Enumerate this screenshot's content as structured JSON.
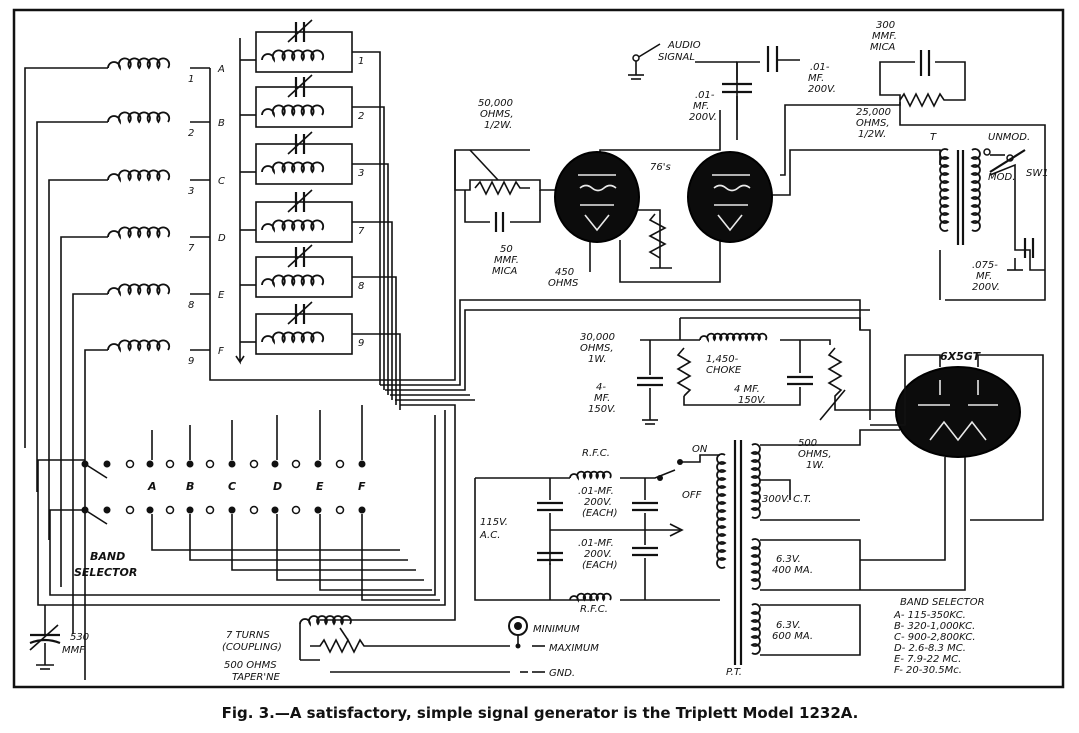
{
  "caption": "Fig. 3.—A satisfactory, simple signal generator is the Triplett Model 1232A.",
  "band_letters": [
    "A",
    "B",
    "C",
    "D",
    "E",
    "F"
  ],
  "coil_numbers_left": [
    "1",
    "2",
    "3",
    "7",
    "8",
    "9"
  ],
  "coil_numbers_right": [
    "1",
    "2",
    "3",
    "7",
    "8",
    "9"
  ],
  "selector_letters": [
    "A",
    "B",
    "C",
    "D",
    "E",
    "F"
  ],
  "labels": {
    "band_selector_1": "BAND",
    "band_selector_2": "SELECTOR",
    "var_cap_1": "530",
    "var_cap_2": "MMF.",
    "coupling_1": "7 TURNS",
    "coupling_2": "(COUPLING)",
    "taper_1": "500 OHMS",
    "taper_2": "TAPER'NE",
    "minimum": "MINIMUM",
    "maximum": "MAXIMUM",
    "gnd": "GND.",
    "audio_1": "AUDIO",
    "audio_2": "SIGNAL",
    "cap_01_1": ".01-",
    "cap_01_2": "MF.",
    "cap_01_3": "200V.",
    "cap_01b_1": ".01-",
    "cap_01b_2": "MF.",
    "cap_01b_3": "200V.",
    "cap_300_1": "300",
    "cap_300_2": "MMF.",
    "cap_300_3": "MICA",
    "res_25000_1": "25,000",
    "res_25000_2": "OHMS,",
    "res_25000_3": "1/2W.",
    "res_50000_1": "50,000",
    "res_50000_2": "OHMS,",
    "res_50000_3": "1/2W.",
    "cap_50_1": "50",
    "cap_50_2": "MMF.",
    "cap_50_3": "MICA",
    "res_450_1": "450",
    "res_450_2": "OHMS",
    "tube_76": "76's",
    "trans_t": "T",
    "unmod": "UNMOD.",
    "mod": "MOD.",
    "sw1": "SW1",
    "cap_075_1": ".075-",
    "cap_075_2": "MF.",
    "cap_075_3": "200V.",
    "res_30000_1": "30,000",
    "res_30000_2": "OHMS,",
    "res_30000_3": "1W.",
    "choke_1": "1,450-",
    "choke_2": "CHOKE",
    "cap_4a_1": "4-",
    "cap_4a_2": "MF.",
    "cap_4a_3": "150V.",
    "cap_4b_1": "4 MF.",
    "cap_4b_2": "150V.",
    "tube_6x5": "6X5GT",
    "res_500_1": "500",
    "res_500_2": "OHMS,",
    "res_500_3": "1W.",
    "rfc_top": "R.F.C.",
    "rfc_bot": "R.F.C.",
    "cap_each_1a": ".01-MF.",
    "cap_each_1b": "200V.",
    "cap_each_1c": "(EACH)",
    "cap_each_2a": ".01-MF.",
    "cap_each_2b": "200V.",
    "cap_each_2c": "(EACH)",
    "ac_1": "115V.",
    "ac_2": "A.C.",
    "on": "ON",
    "off": "OFF",
    "v300": "300V. C.T.",
    "v63a_1": "6.3V.",
    "v63a_2": "400 MA.",
    "v63b_1": "6.3V.",
    "v63b_2": "600 MA.",
    "pt": "P.T."
  },
  "band_table": {
    "title": "BAND SELECTOR",
    "rows": [
      "A- 115-350KC.",
      "B- 320-1,000KC.",
      "C- 900-2,800KC.",
      "D- 2.6-8.3 MC.",
      "E- 7.9-22 MC.",
      "F- 20-30.5Mc."
    ]
  }
}
